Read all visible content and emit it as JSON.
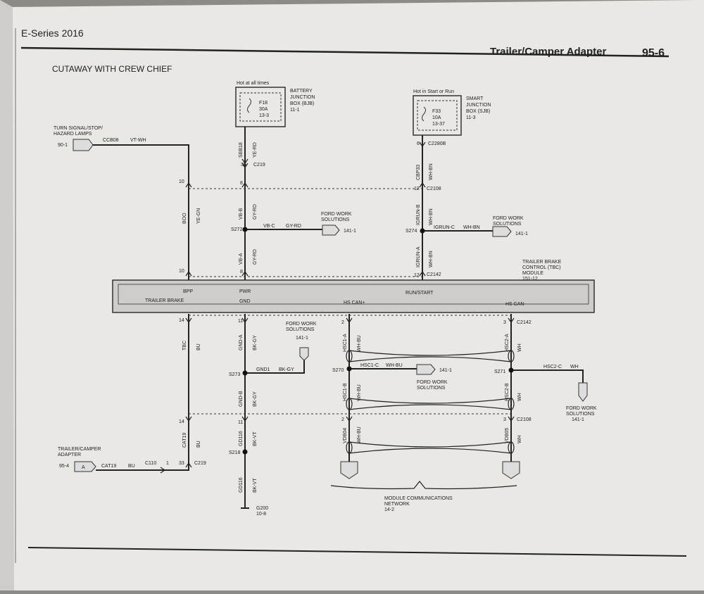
{
  "header": {
    "series": "E-Series 2016",
    "title": "Trailer/Camper Adapter",
    "page": "95-6"
  },
  "subtitle": "CUTAWAY WITH CREW CHIEF",
  "battery_box": {
    "caption": "Hot at all times",
    "fuse": "F18",
    "amps": "30A",
    "ref": "13-3",
    "label1": "BATTERY",
    "label2": "JUNCTION",
    "label3": "BOX (BJB)",
    "label4": "11-1"
  },
  "smart_box": {
    "caption": "Hot in Start or Run",
    "fuse": "F33",
    "amps": "10A",
    "ref": "13-37",
    "label1": "SMART",
    "label2": "JUNCTION",
    "label3": "BOX (SJB)",
    "label4": "11-3"
  },
  "turn_lamps": {
    "label1": "TURN SIGNAL/STOP/",
    "label2": "HAZARD LAMPS",
    "ref": "90-1",
    "circuit": "CCB08",
    "color": "VT-WH"
  },
  "wires": {
    "boo": "BOO",
    "yegn": "YE-GN",
    "sbb18": "SBB18",
    "yerd": "YE-RD",
    "vbb": "VB-B",
    "gyrd": "GY-RD",
    "vbc": "VB-C",
    "gyrd2": "GY-RD",
    "vba": "VB-A",
    "gyrd3": "GY-RD",
    "cbp33": "CBP33",
    "whbn": "WH-BN",
    "igrunb": "IGRUN-B",
    "whbn2": "WH-BN",
    "igrunc": "IGRUN-C",
    "whbn3": "WH-BN",
    "igruna": "IGRUN-A",
    "whbn4": "WH-BN",
    "tbc": "TBC",
    "bu": "BU",
    "gnda": "GND-A",
    "bkgy": "BK-GY",
    "gnd1": "GND1",
    "bkgy2": "BK-GY",
    "gndb": "GND-B",
    "bkgy3": "BK-GY",
    "cat19": "CAT19",
    "bu2": "BU",
    "gd116": "GD116",
    "bkvt": "BK-VT",
    "gd116b": "GD116",
    "bkvt2": "BK-VT",
    "cat19b": "CAT19",
    "bu3": "BU",
    "hsc1a": "HSC1-A",
    "whbu": "WH-BU",
    "hsc1c": "HSC1-C",
    "whbu2": "WH-BU",
    "hsc1b": "HSC1-B",
    "whbu3": "WH-BU",
    "vdb04": "VDB04",
    "whbu4": "WH-BU",
    "hsc2a": "HSC2-A",
    "wh": "WH",
    "hsc2c": "HSC2-C",
    "wh2": "WH",
    "hsc2b": "HSC2-B",
    "wh3": "WH",
    "vdb05": "VDB05",
    "wh4": "WH"
  },
  "connectors": {
    "c219a": "C219",
    "c219a_pin": "36",
    "c2280b": "C2280B",
    "c2280b_pin": "6",
    "c2108a": "C2108",
    "c2108a_pin": "12",
    "c2142a": "C2142",
    "c2142a_pin": "12",
    "pin10a": "10",
    "pin8a": "8",
    "pin10b": "10",
    "pin8b": "8",
    "pin14a": "14",
    "pin11a": "11",
    "pin2a": "2",
    "pin3a": "3",
    "c2142b": "C2142",
    "pin14b": "14",
    "pin11b": "11",
    "pin2b": "2",
    "pin3b": "3",
    "c2108b": "C2108",
    "c110": "C110",
    "c110_pin": "1",
    "c219b": "C219",
    "c219b_pin": "33"
  },
  "splices": {
    "s272": "S272",
    "s274": "S274",
    "s273": "S273",
    "s270": "S270",
    "s271": "S271",
    "s218": "S218"
  },
  "fws": {
    "a1": "FORD WORK",
    "a2": "SOLUTIONS",
    "a3": "141-1",
    "b1": "FORD WORK",
    "b2": "SOLUTIONS",
    "b3": "141-1",
    "c1": "FORD WORK",
    "c2": "SOLUTIONS",
    "c3": "141-1",
    "d1": "FORD WORK",
    "d2": "SOLUTIONS",
    "d3": "141-1",
    "e1": "FORD WORK",
    "e2": "SOLUTIONS",
    "e3": "141-1"
  },
  "tbc": {
    "label1": "TRAILER BRAKE",
    "label2": "CONTROL (TBC)",
    "label3": "MODULE",
    "label4": "151-12",
    "bpp": "BPP",
    "pwr": "PWR",
    "runstart": "RUN/START",
    "trailer_brake": "TRAILER BRAKE",
    "gnd": "GND",
    "hscanp": "HS CAN+",
    "hscanm": "HS CAN-"
  },
  "adapter": {
    "label1": "TRAILER/CAMPER",
    "label2": "ADAPTER",
    "ref": "95-4",
    "pin": "A"
  },
  "ground": {
    "name": "G200",
    "ref": "10-8"
  },
  "network": {
    "label1": "MODULE COMMUNICATIONS",
    "label2": "NETWORK",
    "label3": "14-2"
  }
}
